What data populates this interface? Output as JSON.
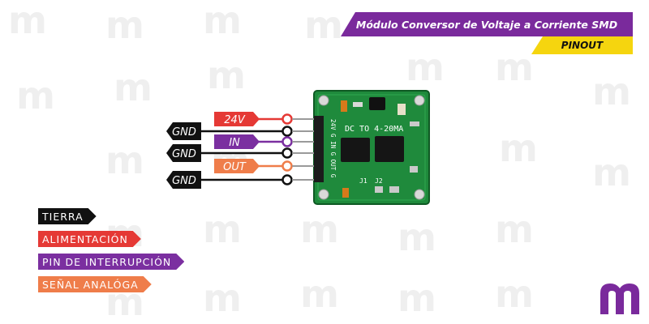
{
  "header": {
    "title": "Módulo Conversor de Voltaje a Corriente SMD",
    "subtitle": "PINOUT"
  },
  "pins": [
    {
      "label": "24V",
      "color": "#e53935"
    },
    {
      "label": "GND",
      "color": "#111111"
    },
    {
      "label": "IN",
      "color": "#7b2fa0"
    },
    {
      "label": "GND",
      "color": "#111111"
    },
    {
      "label": "OUT",
      "color": "#ef7d4a"
    },
    {
      "label": "GND",
      "color": "#111111"
    }
  ],
  "board": {
    "silkscreen": "DC TO 4-20MA",
    "pin_labels": "24V G IN G OUT G",
    "jumper_labels": [
      "J1",
      "J2"
    ]
  },
  "legend": [
    {
      "label": "TIERRA",
      "color": "#111111"
    },
    {
      "label": "ALIMENTACIÓN",
      "color": "#e53935"
    },
    {
      "label": "PIN DE INTERRUPCIÓN",
      "color": "#7b2fa0"
    },
    {
      "label": "SEÑAL ANALÓGA",
      "color": "#ef7d4a"
    }
  ],
  "colors": {
    "brand_purple": "#7a2a9c",
    "accent_yellow": "#f5d50f",
    "pcb_green": "#1f8a3c"
  }
}
